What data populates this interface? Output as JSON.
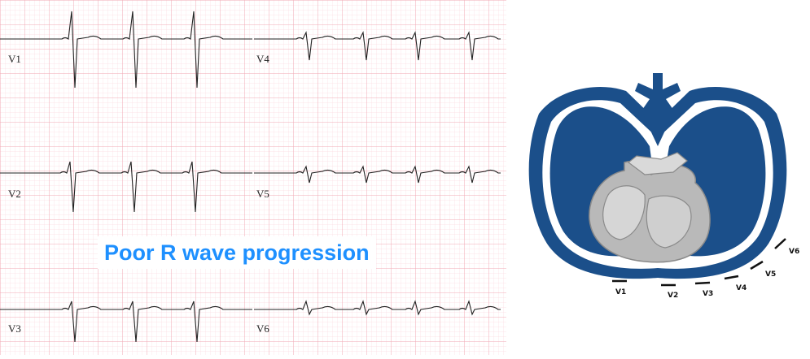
{
  "title": "Poor R wave progression",
  "ecg": {
    "leads": [
      "V1",
      "V2",
      "V3",
      "V4",
      "V5",
      "V6"
    ]
  },
  "diagram": {
    "electrodes": [
      "V1",
      "V2",
      "V3",
      "V4",
      "V5",
      "V6"
    ]
  },
  "colors": {
    "grid_major": "#f2a8b4",
    "grid_minor": "#fbdde3",
    "trace": "#222222",
    "title_text": "#1e90ff",
    "lung_blue": "#1b4f8a",
    "heart_gray": "#b9b9b9"
  }
}
